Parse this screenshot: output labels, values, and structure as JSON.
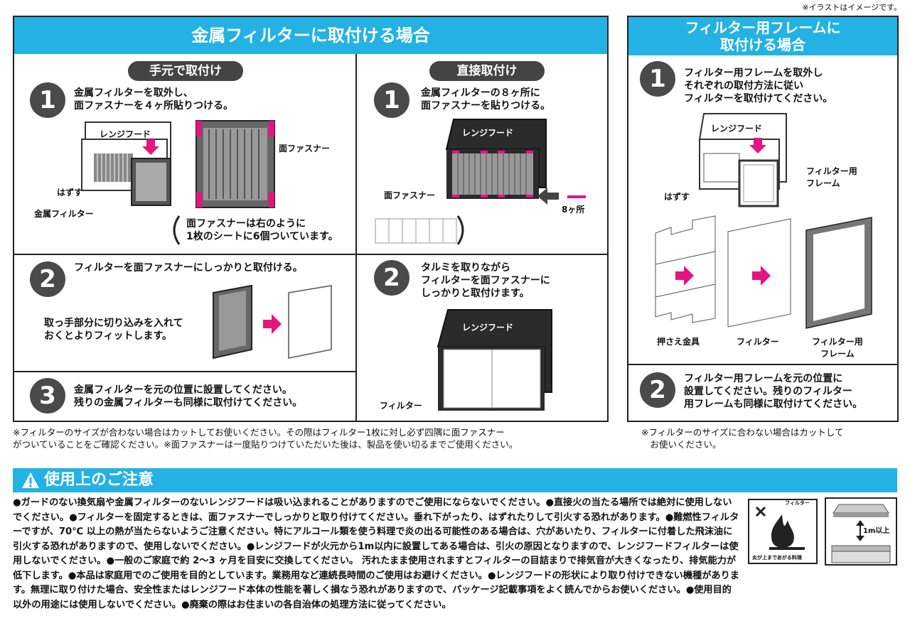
{
  "top_note": "※イラストはイメージです。",
  "left": {
    "title": "金属フィルターに取付ける場合",
    "hand": {
      "pill": "手元で取付け",
      "step1_num": "1",
      "step1_text": "金属フィルターを取外し、\n面ファスナーを４ヶ所貼りつける。",
      "hood": "レンジフード",
      "remove": "はずす",
      "metal_filter": "金属フィルター",
      "fastener": "面ファスナー",
      "sheet_text": "面ファスナーは右のように\n1枚のシートに6個ついています。",
      "step2_num": "2",
      "step2_text": "フィルターを面ファスナーにしっかりと取付ける。",
      "tip_text": "取っ手部分に切り込みを入れて\nおくとよりフィットします。",
      "step3_num": "3",
      "step3_text": "金属フィルターを元の位置に設置してください。\n残りの金属フィルターも同様に取付けてください。"
    },
    "direct": {
      "pill": "直接取付け",
      "step1_num": "1",
      "step1_text": "金属フィルターの８ヶ所に\n面ファスナーを貼りつける。",
      "hood": "レンジフード",
      "fastener": "面ファスナー",
      "legend": "8ヶ所",
      "step2_num": "2",
      "step2_text": "タルミを取りながら\nフィルターを面ファスナーに\nしっかりと取付けます。",
      "hood2": "レンジフード",
      "filter": "フィルター"
    },
    "footnote": "※フィルターのサイズが合わない場合はカットしてお使いください。その際はフィルター1枚に対し必ず四隅に面ファスナー\nがついていることをご確認ください。※面ファスナーは一度貼りつけていただいた後は、製品を使い切るまでご使用ください。"
  },
  "right": {
    "title": "フィルター用フレームに\n取付ける場合",
    "step1_num": "1",
    "step1_text": "フィルター用フレームを取外し\nそれぞれの取付方法に従い\nフィルターを取付けてください。",
    "hood": "レンジフード",
    "remove": "はずす",
    "frame_label": "フィルター用\nフレーム",
    "press": "押さえ金具",
    "filter": "フィルター",
    "frame2": "フィルター用\nフレーム",
    "step2_num": "2",
    "step2_text": "フィルター用フレームを元の位置に\n設置してください。残りのフィルター\n用フレームも同様に取付けてください。",
    "footnote": "※フィルターのサイズに合わない場合はカットして\n　お使いください。"
  },
  "caution": {
    "title": "使用上のご注意",
    "body": "●ガードのない換気扇や金属フィルターのないレンジフードは吸い込まれることがありますのでご使用にならないでください。●直接火の当たる場所では絶対に使用しないでください。●フィルターを固定するときは、面ファスナーでしっかりと取り付けてください。垂れ下がったり、はずれたりして引火する恐れがあります。●難燃性フィルターですが、70℃ 以上の熱が当たらないようご注意ください。特にアルコール類を使う料理で炎の出る可能性のある場合は、穴があいたり、フィルターに付着した飛沫油に引火する恐れがありますので、使用しないでください。●レンジフードが火元から1m以内に設置してある場合は、引火の原因となりますので、レンジフードフィルターは使用しないでください。●一般のご家庭で約 2～3 ヶ月を目安に交換してください。 汚れたまま使用されますとフィルターの目詰まりで排気音が大きくなったり、排気能力が低下します。●本品は家庭用でのご使用を目的としています。業務用など連続長時間のご使用はお避けください。●レンジフードの形状により取り付けできない機種があります。無理に取り付けた場合、安全性またはレンジフード本体の性能を著しく損なう恐れがありますので、パッケージ記載事項をよく読んでからお使いください。●使用目的以外の用途には使用しないでください。●廃棄の際はお住まいの各自治体の処理方法に従ってください。",
    "icon1_label": "フィルター",
    "icon1_caption": "炎が上まであがる料理",
    "icon2_label": "1m以上"
  },
  "colors": {
    "band": "#23b2e3",
    "accent": "#e4157f",
    "dark": "#4a4a4a"
  }
}
